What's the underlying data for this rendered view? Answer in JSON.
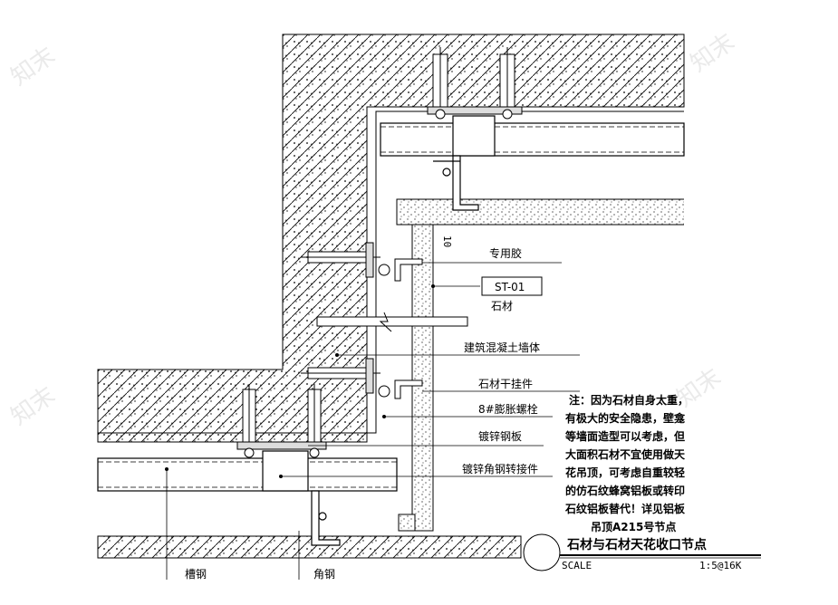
{
  "labels": {
    "glue": "专用胶",
    "code": "ST-01",
    "stone": "石材",
    "concrete_wall": "建筑混凝土墙体",
    "stone_hanger": "石材干挂件",
    "expansion_bolt": "8#膨胀螺栓",
    "galv_plate": "镀锌钢板",
    "galv_angle_adapter": "镀锌角钢转接件",
    "channel_steel": "槽钢",
    "angle_steel": "角钢",
    "dim_10": "10"
  },
  "note": {
    "lines": [
      "注：因为石材自身太重，",
      "有极大的安全隐患，壁龛",
      "等墙面造型可以考虑，但",
      "大面积石材不宜使用做天",
      "花吊顶，可考虑自重较轻",
      "的仿石纹蜂窝铝板或转印",
      "石纹铝板替代！详见铝板",
      "吊顶A215号节点"
    ]
  },
  "title_block": {
    "title": "石材与石材天花收口节点",
    "scale_label": "SCALE",
    "scale_value": "1:5@16K"
  }
}
